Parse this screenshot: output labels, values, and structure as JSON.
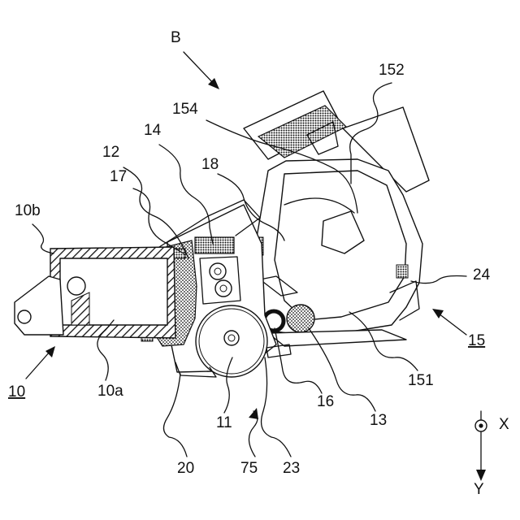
{
  "labels": {
    "B": "B",
    "n152": "152",
    "n154": "154",
    "n14": "14",
    "n12": "12",
    "n18": "18",
    "n17": "17",
    "n10b": "10b",
    "n24": "24",
    "n15": "15",
    "n10": "10",
    "n10a": "10a",
    "n151": "151",
    "n16": "16",
    "n13": "13",
    "n11": "11",
    "n20": "20",
    "n75": "75",
    "n23": "23",
    "axisX": "X",
    "axisY": "Y"
  },
  "colors": {
    "line": "#111111",
    "paper": "#ffffff"
  }
}
